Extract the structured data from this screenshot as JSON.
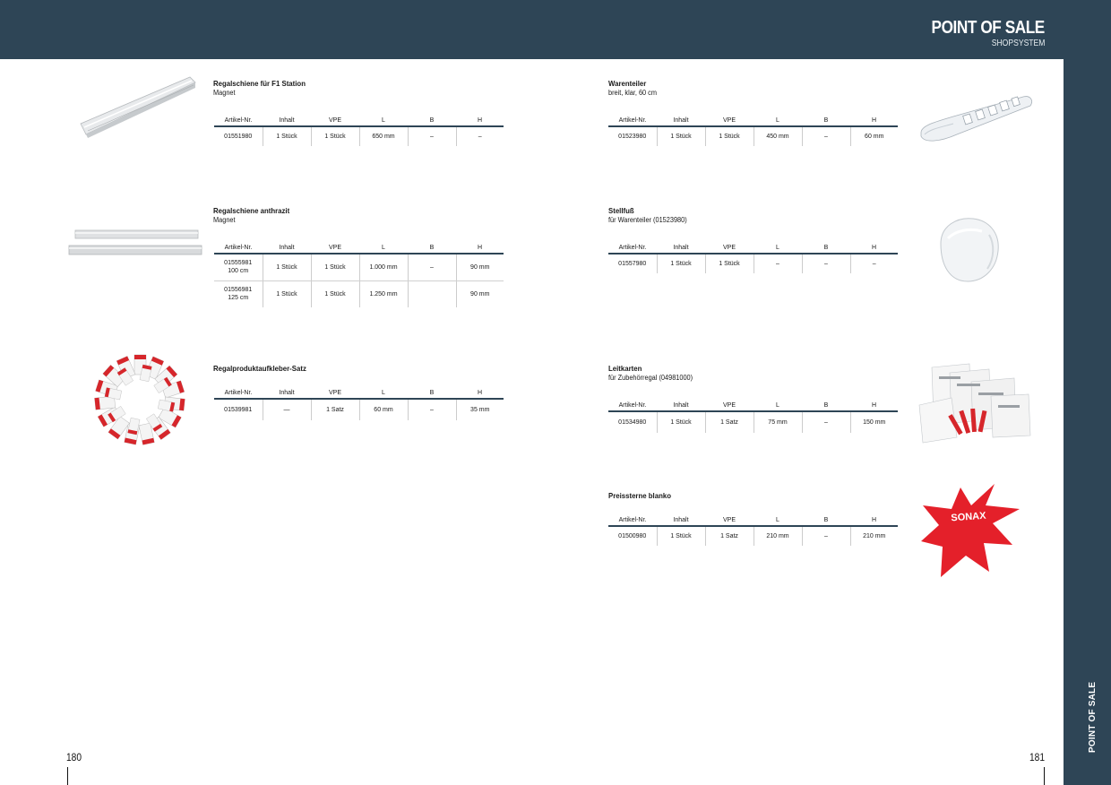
{
  "header": {
    "title": "POINT OF SALE",
    "subtitle": "SHOPSYSTEM"
  },
  "side_label": "POINT OF SALE",
  "pages": {
    "left": "180",
    "right": "181"
  },
  "columns": [
    "Artikel-Nr.",
    "Inhalt",
    "VPE",
    "L",
    "B",
    "H"
  ],
  "brand_logo_text": "SONAX",
  "colors": {
    "band": "#2e4556",
    "star_red": "#e4202a"
  },
  "products": {
    "regalschiene_f1": {
      "title": "Regalschiene für F1 Station",
      "subtitle": "Magnet",
      "rows": [
        {
          "nr": "01551980",
          "nr2": "",
          "inhalt": "1 Stück",
          "vpe": "1 Stück",
          "l": "650 mm",
          "b": "–",
          "h": "–"
        }
      ]
    },
    "regalschiene_anthrazit": {
      "title": "Regalschiene anthrazit",
      "subtitle": "Magnet",
      "rows": [
        {
          "nr": "01555981",
          "nr2": "100 cm",
          "inhalt": "1 Stück",
          "vpe": "1 Stück",
          "l": "1.000 mm",
          "b": "–",
          "h": "90 mm"
        },
        {
          "nr": "01556981",
          "nr2": "125 cm",
          "inhalt": "1 Stück",
          "vpe": "1 Stück",
          "l": "1.250 mm",
          "b": "",
          "h": "90 mm"
        }
      ]
    },
    "regalprodukt": {
      "title": "Regalproduktaufkleber-Satz",
      "subtitle": "",
      "rows": [
        {
          "nr": "01539981",
          "nr2": "",
          "inhalt": "—",
          "vpe": "1 Satz",
          "l": "60 mm",
          "b": "–",
          "h": "35 mm"
        }
      ]
    },
    "warenteiler": {
      "title": "Warenteiler",
      "subtitle": "breit, klar, 60 cm",
      "rows": [
        {
          "nr": "01523980",
          "nr2": "",
          "inhalt": "1 Stück",
          "vpe": "1 Stück",
          "l": "450 mm",
          "b": "–",
          "h": "60 mm"
        }
      ]
    },
    "stellfuss": {
      "title": "Stellfuß",
      "subtitle": "für Warenteiler (01523980)",
      "rows": [
        {
          "nr": "01557980",
          "nr2": "",
          "inhalt": "1 Stück",
          "vpe": "1 Stück",
          "l": "–",
          "b": "–",
          "h": "–"
        }
      ]
    },
    "leitkarten": {
      "title": "Leitkarten",
      "subtitle": "für Zubehörregal (04981000)",
      "rows": [
        {
          "nr": "01534980",
          "nr2": "",
          "inhalt": "1 Stück",
          "vpe": "1 Satz",
          "l": "75 mm",
          "b": "–",
          "h": "150 mm"
        }
      ]
    },
    "preissterne": {
      "title": "Preissterne blanko",
      "subtitle": "",
      "rows": [
        {
          "nr": "01500980",
          "nr2": "",
          "inhalt": "1 Stück",
          "vpe": "1 Satz",
          "l": "210 mm",
          "b": "–",
          "h": "210 mm"
        }
      ]
    }
  }
}
